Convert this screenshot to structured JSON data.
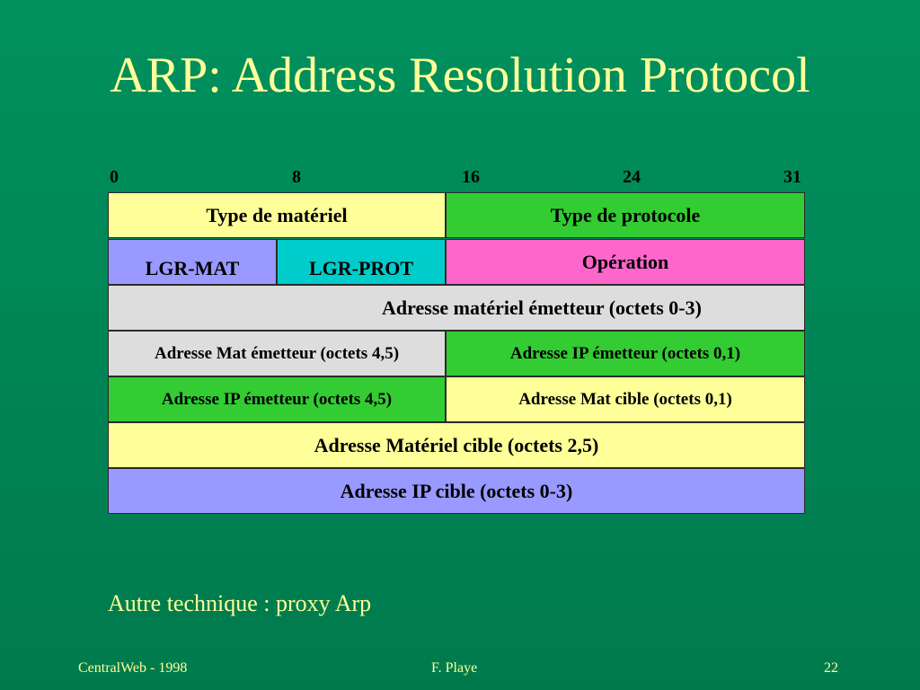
{
  "title": "ARP: Address Resolution Protocol",
  "bit_markers": [
    "0",
    "8",
    "16",
    "24",
    "31"
  ],
  "colors": {
    "background": "#00915e",
    "text_accent": "#ffff99",
    "yellow": "#ffff99",
    "green": "#33cc33",
    "periwinkle": "#9999ff",
    "cyan": "#00cccc",
    "pink": "#ff66cc",
    "gray": "#dddddd"
  },
  "fields": {
    "type_materiel": "Type de matériel",
    "type_protocole": "Type de protocole",
    "lgr_mat": "LGR-MAT",
    "lgr_prot": "LGR-PROT",
    "operation": "Opération",
    "adr_mat_emetteur_0_3": "Adresse  matériel émetteur (octets 0-3)",
    "adr_mat_emetteur_4_5": "Adresse  Mat émetteur (octets 4,5)",
    "adr_ip_emetteur_0_1": "Adresse  IP émetteur (octets 0,1)",
    "adr_ip_emetteur_4_5": "Adresse  IP émetteur (octets 4,5)",
    "adr_mat_cible_0_1": "Adresse  Mat cible (octets 0,1)",
    "adr_mat_cible_2_5": "Adresse  Matériel cible (octets 2,5)",
    "adr_ip_cible_0_3": "Adresse  IP cible (octets 0-3)"
  },
  "note": "Autre technique : proxy Arp",
  "footer": {
    "left": "CentralWeb - 1998",
    "center": "F. Playe",
    "right": "22"
  }
}
